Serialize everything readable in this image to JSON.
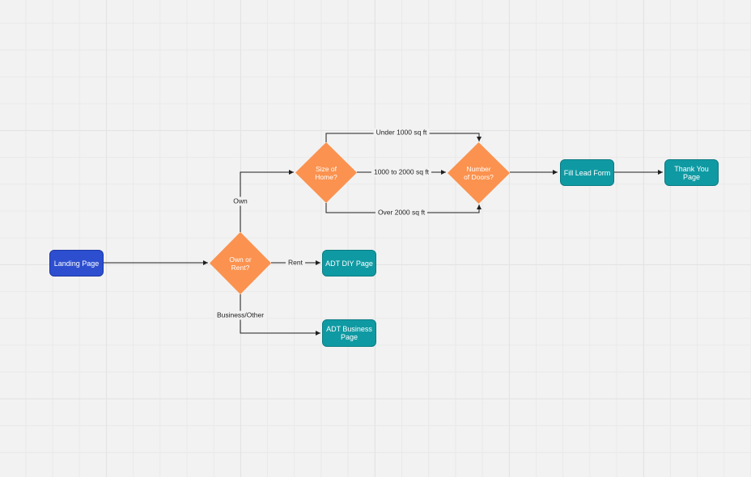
{
  "nodes": {
    "landing_page": "Landing Page",
    "own_or_rent": "Own or\nRent?",
    "size_of_home": "Size of\nHome?",
    "number_of_doors": "Number\nof Doors?",
    "fill_lead_form": "Fill Lead Form",
    "thank_you_page": "Thank You Page",
    "adt_diy_page": "ADT DIY Page",
    "adt_business_page": "ADT Business\nPage"
  },
  "edges": {
    "own": "Own",
    "rent": "Rent",
    "business_other": "Business/Other",
    "under_1000": "Under 1000 sq ft",
    "mid_1000_2000": "1000 to 2000 sq ft",
    "over_2000": "Over 2000 sq ft"
  },
  "colors": {
    "start_node": "#2d4fcf",
    "decision_node": "#fb924f",
    "page_node": "#0f9aa3",
    "connector": "#1f1f1f"
  }
}
